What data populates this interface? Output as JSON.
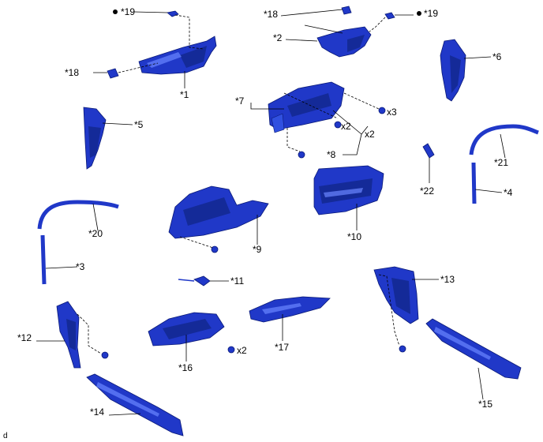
{
  "labels": {
    "p1": "*1",
    "p2": "*2",
    "p3": "*3",
    "p4": "*4",
    "p5": "*5",
    "p6": "*6",
    "p7": "*7",
    "p8": "*8",
    "p9": "*9",
    "p10": "*10",
    "p11": "*11",
    "p12": "*12",
    "p13": "*13",
    "p14": "*14",
    "p15": "*15",
    "p16": "*16",
    "p17": "*17",
    "p18a": "*18",
    "p18b": "*18",
    "p19a": "*19",
    "p19b": "*19",
    "p20": "*20",
    "p21": "*21",
    "p22": "*22",
    "x3": "x3",
    "x2a": "x2",
    "x2b": "x2",
    "x2c": "x2",
    "corner": "d"
  },
  "colors": {
    "part": "#2038c8",
    "outline": "#0a1a78",
    "line": "#000000"
  }
}
